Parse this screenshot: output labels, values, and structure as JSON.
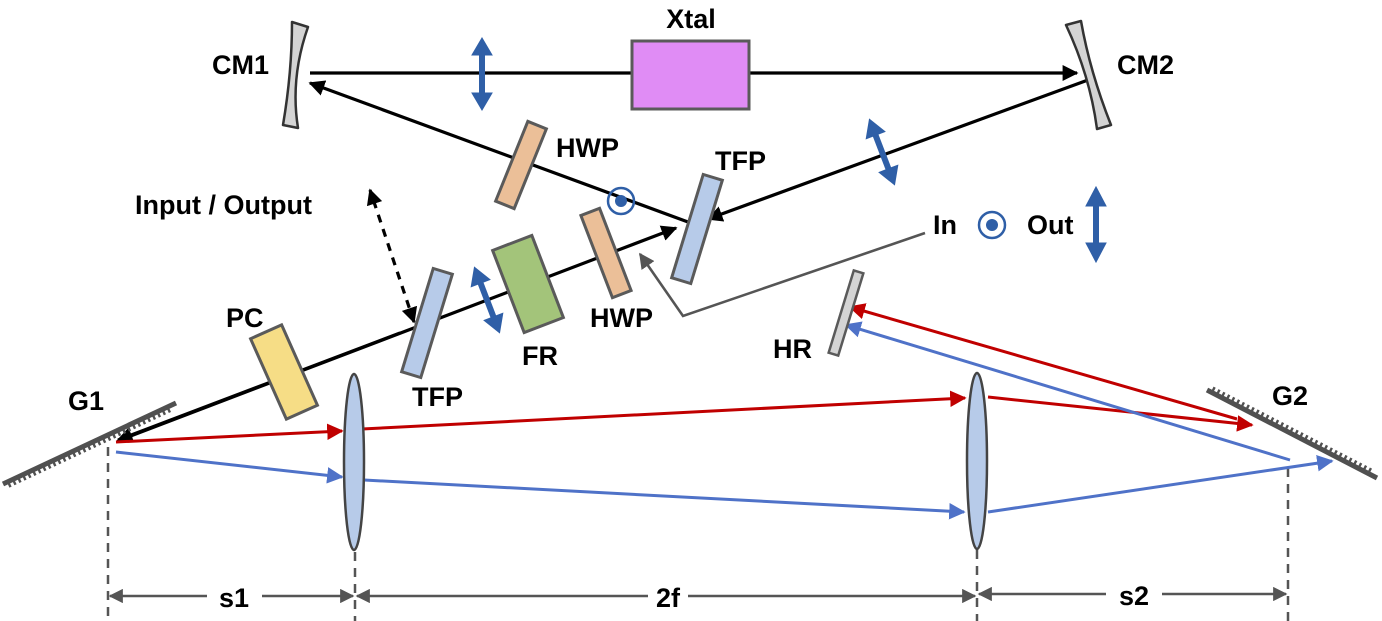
{
  "diagram": {
    "title": "Regenerative amplifier with grating stretcher/compressor layout",
    "labels": {
      "xtal": "Xtal",
      "cm1": "CM1",
      "cm2": "CM2",
      "hwp_top": "HWP",
      "tfp_top": "TFP",
      "input_output": "Input / Output",
      "in": "In",
      "out": "Out",
      "pc": "PC",
      "tfp_bottom": "TFP",
      "fr": "FR",
      "hwp_bottom": "HWP",
      "hr": "HR",
      "g1": "G1",
      "g2": "G2",
      "s1": "s1",
      "twof": "2f",
      "s2": "s2"
    },
    "components": [
      {
        "id": "xtal",
        "name": "Crystal",
        "color": "#e08cf5"
      },
      {
        "id": "cm1",
        "name": "Curved mirror 1",
        "color": "#d4d4d4"
      },
      {
        "id": "cm2",
        "name": "Curved mirror 2",
        "color": "#d4d4d4"
      },
      {
        "id": "hwp",
        "name": "Half-wave plate",
        "color": "#ebbf98"
      },
      {
        "id": "tfp",
        "name": "Thin-film polarizer",
        "color": "#b7cbe9"
      },
      {
        "id": "fr",
        "name": "Faraday rotator",
        "color": "#a3c47a"
      },
      {
        "id": "pc",
        "name": "Pockels cell",
        "color": "#f6dd86"
      },
      {
        "id": "hr",
        "name": "High reflector",
        "color": "#d4d4d4"
      },
      {
        "id": "lens",
        "name": "Lens",
        "color": "#b7cbe9"
      },
      {
        "id": "grating",
        "name": "Grating",
        "color": "#505050"
      }
    ],
    "beam_colors": {
      "cavity": "#000000",
      "red": "#c00000",
      "blue": "#4f72c8",
      "polarization": "#2f5fa7",
      "guide": "#555555"
    },
    "legend": {
      "in_symbol": "polarization-out-of-plane-icon",
      "out_symbol": "polarization-in-plane-icon"
    }
  }
}
